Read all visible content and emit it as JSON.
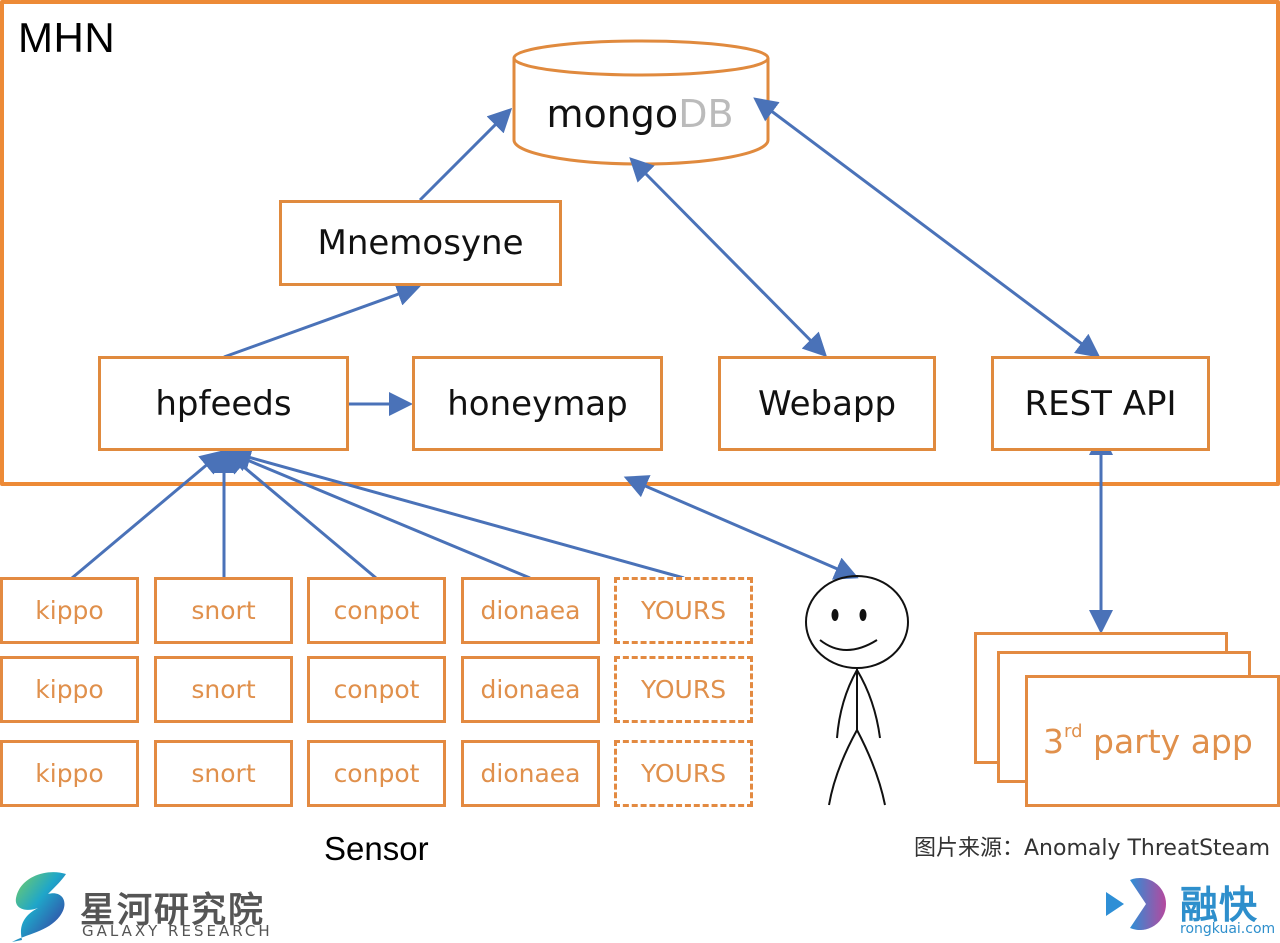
{
  "diagram": {
    "container_title": "MHN",
    "database": {
      "name_part1": "mongo",
      "name_part2": "DB"
    },
    "components": {
      "mnemosyne": "Mnemosyne",
      "hpfeeds": "hpfeeds",
      "honeymap": "honeymap",
      "webapp": "Webapp",
      "rest_api": "REST API"
    },
    "sensors": {
      "rows": [
        [
          "kippo",
          "snort",
          "conpot",
          "dionaea",
          "YOURS"
        ],
        [
          "kippo",
          "snort",
          "conpot",
          "dionaea",
          "YOURS"
        ],
        [
          "kippo",
          "snort",
          "conpot",
          "dionaea",
          "YOURS"
        ]
      ],
      "caption": "Sensor"
    },
    "third_party": {
      "number": "3",
      "suffix": "rd",
      "text": " party app"
    },
    "user_icon": "stick-figure-user",
    "connections": [
      {
        "from": "Mnemosyne",
        "to": "mongoDB",
        "direction": "one-way"
      },
      {
        "from": "hpfeeds",
        "to": "Mnemosyne",
        "direction": "one-way"
      },
      {
        "from": "hpfeeds",
        "to": "honeymap",
        "direction": "one-way"
      },
      {
        "from": "mongoDB",
        "to": "Webapp",
        "direction": "two-way"
      },
      {
        "from": "mongoDB",
        "to": "REST API",
        "direction": "two-way"
      },
      {
        "from": "kippo",
        "to": "hpfeeds",
        "direction": "one-way"
      },
      {
        "from": "snort",
        "to": "hpfeeds",
        "direction": "one-way"
      },
      {
        "from": "conpot",
        "to": "hpfeeds",
        "direction": "one-way"
      },
      {
        "from": "dionaea",
        "to": "hpfeeds",
        "direction": "one-way"
      },
      {
        "from": "YOURS",
        "to": "hpfeeds",
        "direction": "one-way"
      },
      {
        "from": "MHN",
        "to": "user",
        "direction": "two-way"
      },
      {
        "from": "REST API",
        "to": "3rd party app",
        "direction": "two-way"
      }
    ]
  },
  "footer": {
    "credit": "图片来源：Anomaly ThreatSteam",
    "galaxy_logo_cn": "星河研究院",
    "galaxy_logo_en": "GALAXY RESEARCH",
    "rongkuai_logo_cn": "融快",
    "rongkuai_logo_en": "rongkuai.com"
  },
  "colors": {
    "box_border": "#E08A3E",
    "sensor_text": "#E0904C",
    "arrow": "#4A72B8",
    "db_suffix": "#BBBBBB"
  }
}
